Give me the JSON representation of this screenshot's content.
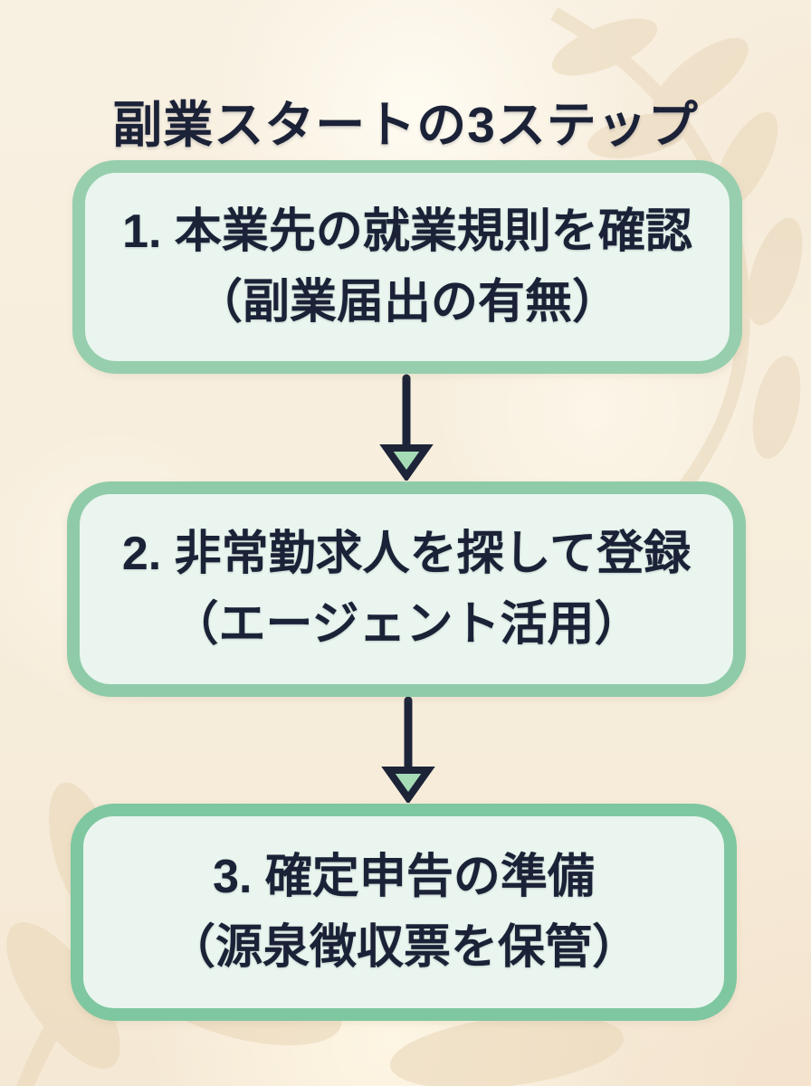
{
  "title": "副業スタートの3ステップ",
  "steps": [
    {
      "line1": "1. 本業先の就業規則を確認",
      "line2": "（副業届出の有無）"
    },
    {
      "line1": "2. 非常勤求人を探して登録",
      "line2": "（エージェント活用）"
    },
    {
      "line1": "3. 確定申告の準備",
      "line2": "（源泉徴収票を保管）"
    }
  ],
  "colors": {
    "background_cream": "#f7eedd",
    "box_fill_mint": "#e9f5ee",
    "box_border_green": "#8fcfab",
    "text_navy": "#1b2237",
    "arrow_navy": "#1d2438",
    "arrowhead_fill_mint": "#a6dcb5",
    "leaf_decoration_beige": "#e9d7ba"
  }
}
